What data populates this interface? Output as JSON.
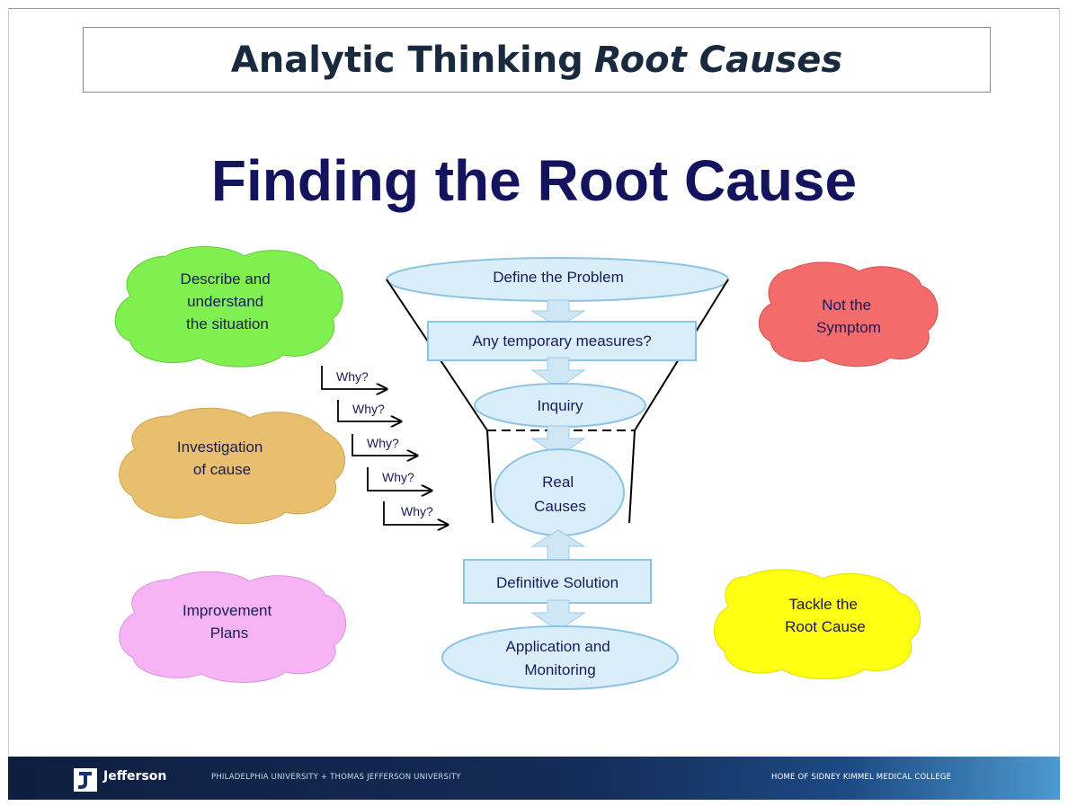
{
  "header": {
    "title_plain": "Analytic Thinking",
    "title_italic": "Root Causes"
  },
  "main_title": "Finding the Root Cause",
  "funnel": {
    "define": "Define the Problem",
    "temporary": "Any temporary measures?",
    "inquiry": "Inquiry",
    "real_causes": [
      "Real",
      "Causes"
    ],
    "definitive": "Definitive Solution",
    "application": [
      "Application and",
      "Monitoring"
    ]
  },
  "clouds": {
    "describe": [
      "Describe and",
      "understand",
      "the situation"
    ],
    "investigation": [
      "Investigation",
      "of cause"
    ],
    "improvement": [
      "Improvement",
      "Plans"
    ],
    "not_symptom": [
      "Not the",
      "Symptom"
    ],
    "tackle": [
      "Tackle the",
      "Root Cause"
    ]
  },
  "why_label": "Why?",
  "colors": {
    "cloud_green": "#7ff04f",
    "cloud_orange": "#e8bf6e",
    "cloud_pink": "#f7b4f4",
    "cloud_red": "#f36b6b",
    "cloud_yellow": "#ffff12",
    "shape_fill": "#d9eef8",
    "shape_stroke": "#8cc4e6",
    "text_navy": "#1a1a5a"
  },
  "footer": {
    "brand": "Jefferson",
    "middle": "PHILADELPHIA UNIVERSITY + THOMAS JEFFERSON UNIVERSITY",
    "right": "HOME OF SIDNEY KIMMEL MEDICAL COLLEGE"
  }
}
